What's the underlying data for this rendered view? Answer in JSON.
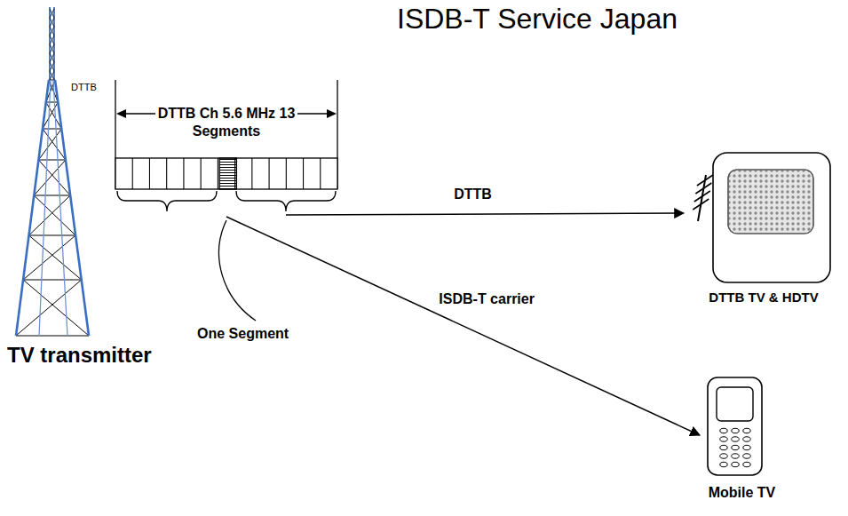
{
  "diagram": {
    "title": "ISDB-T Service Japan",
    "nodes": [
      {
        "text": [
          "TV transmitter"
        ]
      },
      {
        "text": [
          "DTTB Ch 5.6 MHz 13 Segments"
        ]
      },
      {
        "text": [
          "DTTB TV & HDTV"
        ]
      },
      {
        "text": [
          "Mobile TV"
        ]
      }
    ],
    "edges": [
      {
        "from": 1,
        "to": 2,
        "label": "DTTB",
        "arrow": "to"
      },
      {
        "from": 1,
        "to": 3,
        "label": "ISDB-T carrier",
        "arrow": "to"
      }
    ],
    "labels": [
      "DTTB",
      "One Segment"
    ]
  }
}
